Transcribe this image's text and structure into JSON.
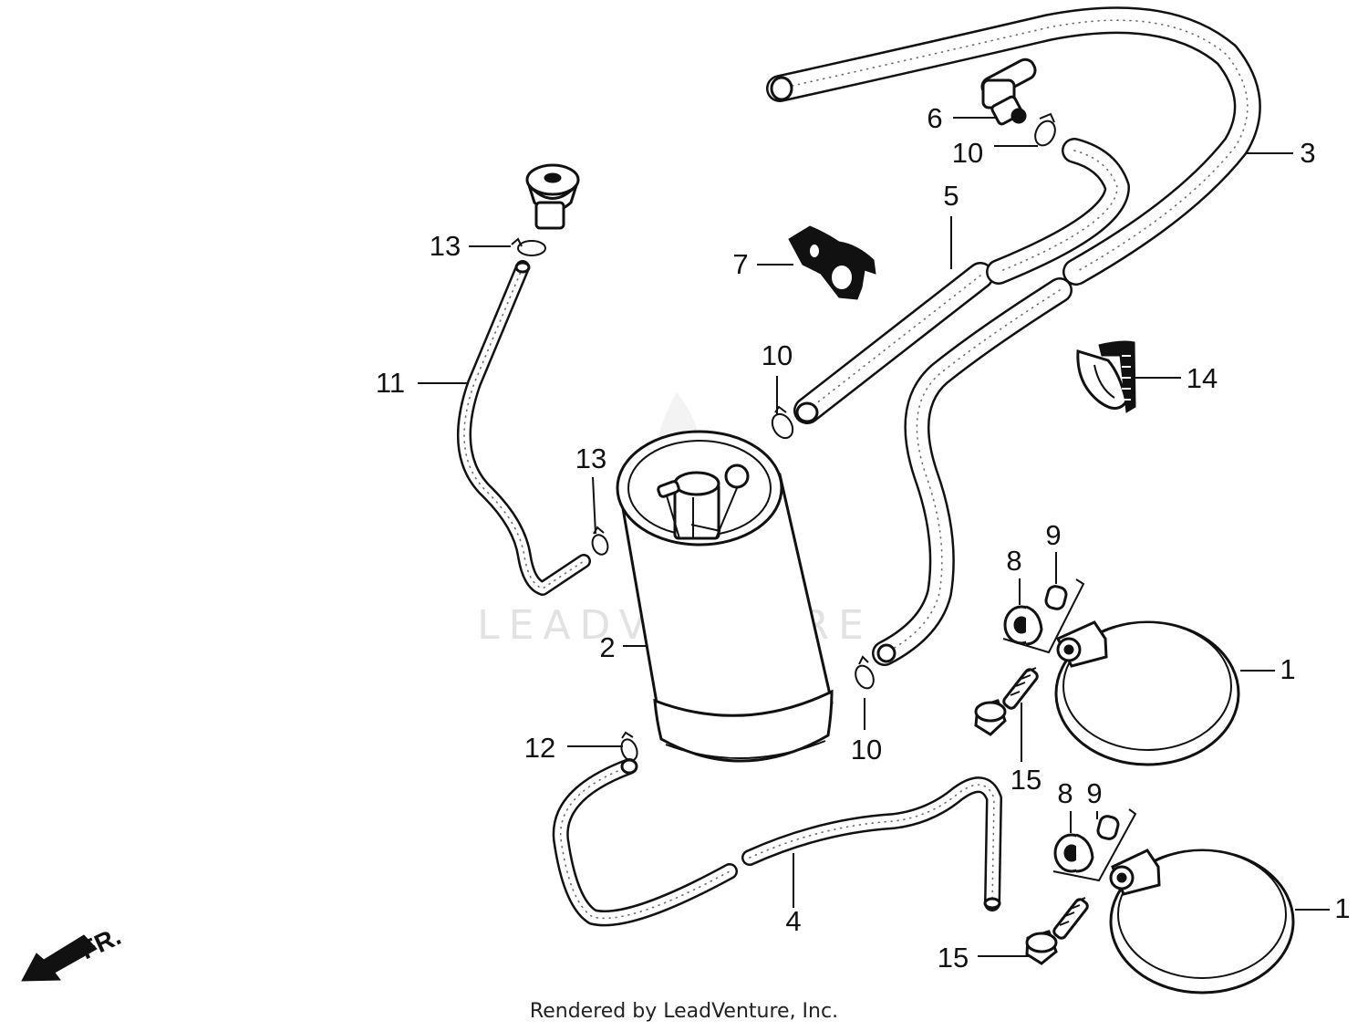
{
  "diagram": {
    "watermark": "LEADVENTURE",
    "direction_marker": "FR.",
    "footer": "Rendered by LeadVenture, Inc.",
    "callouts": [
      {
        "id": "c1a",
        "label": "1"
      },
      {
        "id": "c1b",
        "label": "1"
      },
      {
        "id": "c2",
        "label": "2"
      },
      {
        "id": "c3",
        "label": "3"
      },
      {
        "id": "c4",
        "label": "4"
      },
      {
        "id": "c5",
        "label": "5"
      },
      {
        "id": "c6",
        "label": "6"
      },
      {
        "id": "c7",
        "label": "7"
      },
      {
        "id": "c8a",
        "label": "8"
      },
      {
        "id": "c8b",
        "label": "8"
      },
      {
        "id": "c9a",
        "label": "9"
      },
      {
        "id": "c9b",
        "label": "9"
      },
      {
        "id": "c10a",
        "label": "10"
      },
      {
        "id": "c10b",
        "label": "10"
      },
      {
        "id": "c10c",
        "label": "10"
      },
      {
        "id": "c11",
        "label": "11"
      },
      {
        "id": "c12",
        "label": "12"
      },
      {
        "id": "c13a",
        "label": "13"
      },
      {
        "id": "c13b",
        "label": "13"
      },
      {
        "id": "c14",
        "label": "14"
      },
      {
        "id": "c15a",
        "label": "15"
      },
      {
        "id": "c15b",
        "label": "15"
      }
    ]
  }
}
